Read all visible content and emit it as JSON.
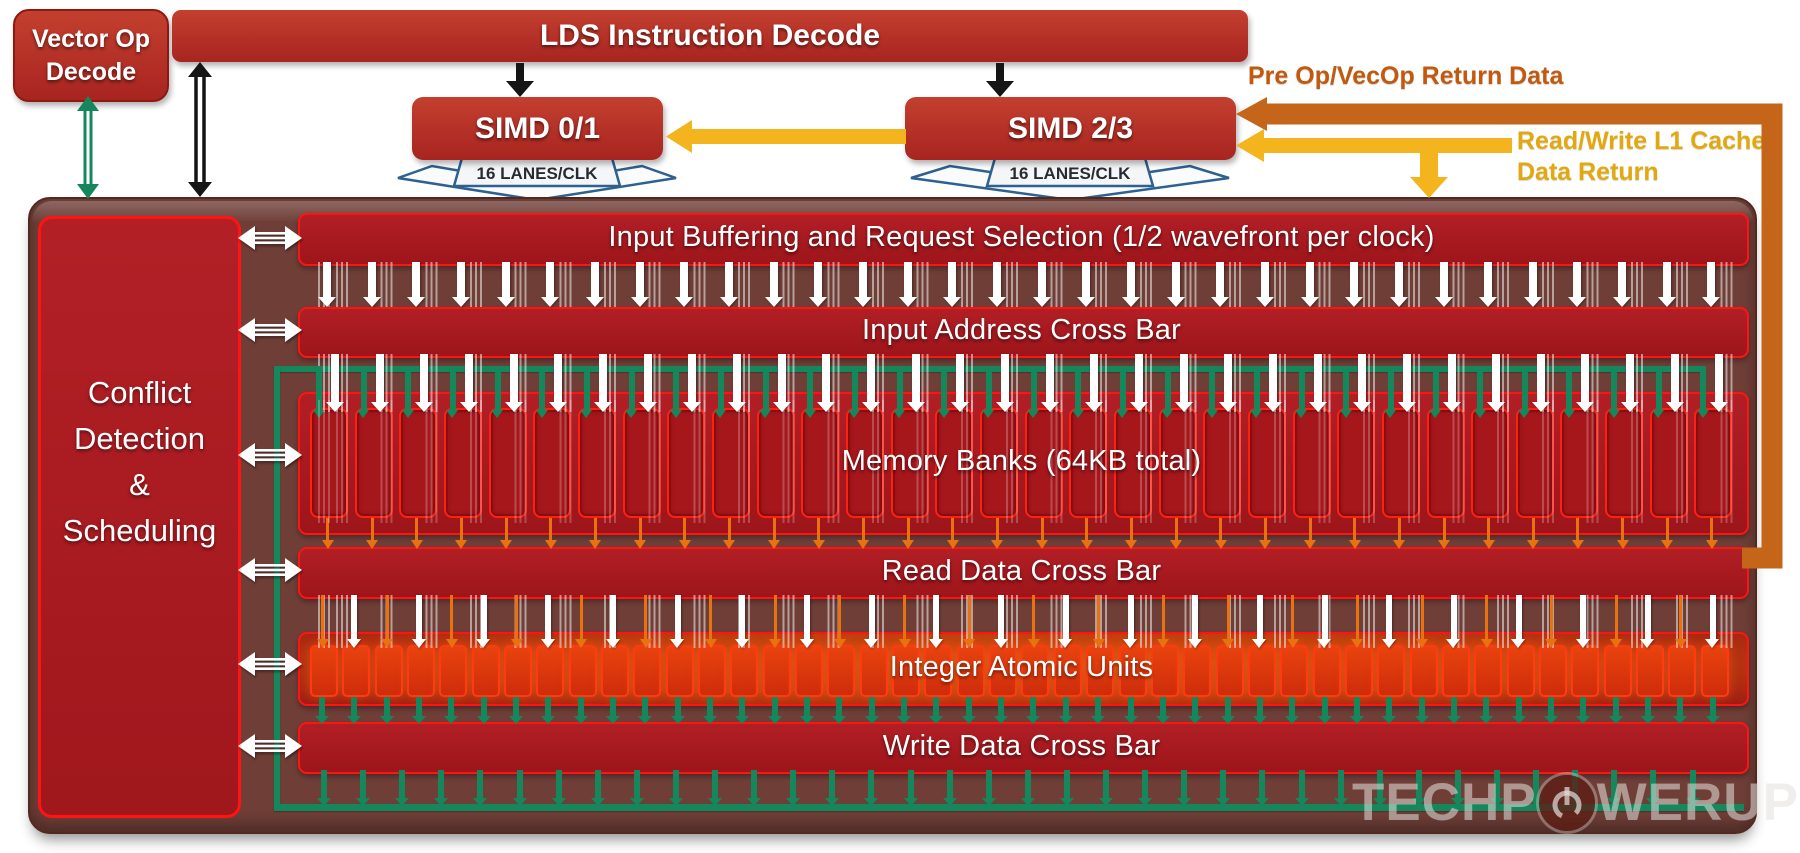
{
  "diagram": {
    "vector_op_decode": "Vector Op\nDecode",
    "lds_instruction_decode": "LDS Instruction Decode",
    "simd01": "SIMD 0/1",
    "simd23": "SIMD 2/3",
    "lanes_per_clk": "16 LANES/CLK",
    "conflict_box": "Conflict\nDetection\n&\nScheduling",
    "rows": [
      {
        "label": "Input Buffering and Request Selection (1/2 wavefront per clock)"
      },
      {
        "label": "Input Address Cross Bar"
      },
      {
        "label": "Memory Banks (64KB total)"
      },
      {
        "label": "Read Data Cross Bar"
      },
      {
        "label": "Integer Atomic Units"
      },
      {
        "label": "Write Data Cross Bar"
      }
    ],
    "annotations": {
      "pre_op_return": "Pre Op/VecOp Return Data",
      "l1_cache_return": "Read/Write L1 Cache\nData Return"
    },
    "watermark": {
      "left": "TECHP",
      "right": "WERUP"
    },
    "colors": {
      "box_red": "#BE3A2C",
      "row_red": "#A6181D",
      "bright_red_border": "#FF1414",
      "container_maroon": "#6F3E37",
      "green": "#15875C",
      "orange_return": "#C4651A",
      "yellow": "#F3B41E",
      "bank_arrow_orange": "#E8720F",
      "atomic_orange": "#DA3A0D",
      "funnel_blue": "#2E6090",
      "white": "#FFFFFF",
      "black": "#151515"
    }
  }
}
